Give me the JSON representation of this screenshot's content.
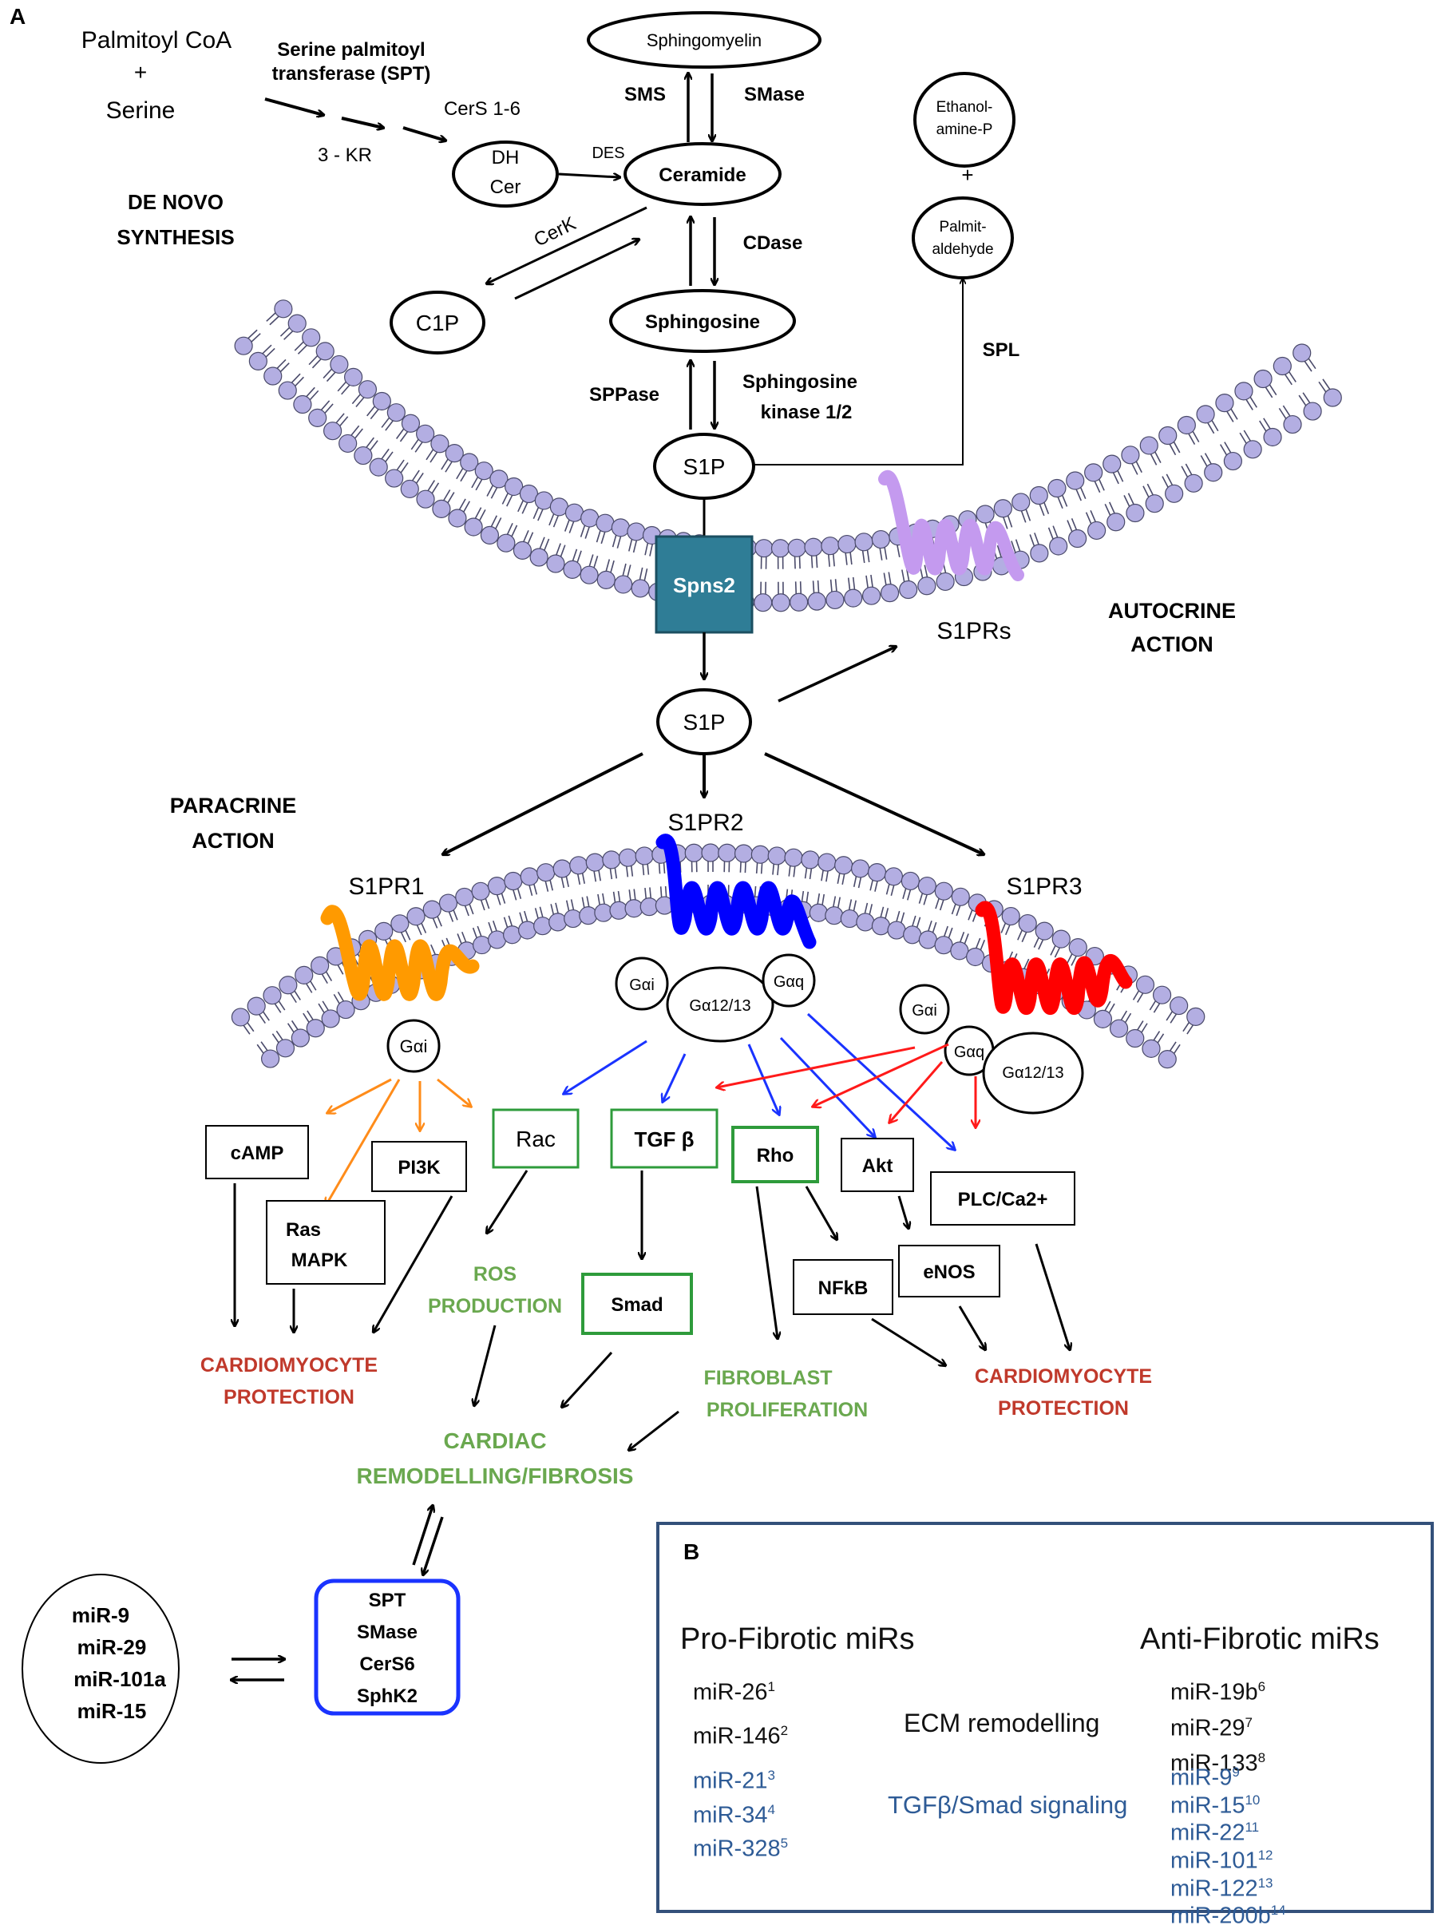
{
  "panel_a": {
    "panel_label": "A",
    "synthesis": {
      "substrate_1": "Palmitoyl CoA",
      "plus": "+",
      "substrate_2": "Serine",
      "enzyme_spt": [
        "Serine palmitoyl",
        "transferase (SPT)"
      ],
      "kr": "3 - KR",
      "cers": "CerS 1-6",
      "dhcer": [
        "DH",
        "Cer"
      ],
      "des": "DES",
      "de_novo": [
        "DE NOVO",
        "SYNTHESIS"
      ]
    },
    "metabolites": {
      "sphingomyelin": "Sphingomyelin",
      "ceramide": "Ceramide",
      "sphingosine": "Sphingosine",
      "c1p": "C1P",
      "s1p": "S1P",
      "ethanolamine": [
        "Ethanol-",
        "amine-P"
      ],
      "plus": "+",
      "palmitaldehyde": [
        "Palmit-",
        "aldehyde"
      ]
    },
    "enzymes": {
      "sms": "SMS",
      "smase": "SMase",
      "cdase": "CDase",
      "cerk": "CerK",
      "sppase": "SPPase",
      "sphk": [
        "Sphingosine",
        "kinase 1/2"
      ],
      "spl": "SPL"
    },
    "transport": {
      "spns2": "Spns2",
      "s1prs": "S1PRs",
      "autocrine": [
        "AUTOCRINE",
        "ACTION"
      ],
      "paracrine": [
        "PARACRINE",
        "ACTION"
      ],
      "s1p_out": "S1P"
    },
    "receptors": {
      "s1pr1": "S1PR1",
      "s1pr2": "S1PR2",
      "s1pr3": "S1PR3",
      "gai": "Gαi",
      "gaq": "Gαq",
      "ga1213": "Gα12/13"
    },
    "effectors": {
      "camp": "cAMP",
      "pi3k": "PI3K",
      "ras_mapk": [
        "Ras",
        "MAPK"
      ],
      "rac": "Rac",
      "tgfb": "TGF β",
      "rho": "Rho",
      "akt": "Akt",
      "plc": "PLC/Ca2+",
      "smad": "Smad",
      "nfkb": "NFkB",
      "enos": "eNOS"
    },
    "outcomes": {
      "cardio_protection_left": [
        "CARDIOMYOCYTE",
        "PROTECTION"
      ],
      "ros": [
        "ROS",
        "PRODUCTION"
      ],
      "fibroblast": [
        "FIBROBLAST",
        "PROLIFERATION"
      ],
      "cardio_protection_right": [
        "CARDIOMYOCYTE",
        "PROTECTION"
      ],
      "remodelling": [
        "CARDIAC",
        "REMODELLING/FIBROSIS"
      ]
    },
    "mirs_circle": [
      "miR-9",
      "miR-29",
      "miR-101a",
      "miR-15"
    ],
    "targets_box": [
      "SPT",
      "SMase",
      "CerS6",
      "SphK2"
    ]
  },
  "panel_b": {
    "panel_label": "B",
    "pro_title": "Pro-Fibrotic miRs",
    "anti_title": "Anti-Fibrotic miRs",
    "ecm": {
      "label": "ECM remodelling",
      "pro": [
        {
          "name": "miR-26",
          "ref": "1"
        },
        {
          "name": "miR-146",
          "ref": "2"
        }
      ],
      "anti": [
        {
          "name": "miR-19b",
          "ref": "6"
        },
        {
          "name": "miR-29",
          "ref": "7"
        },
        {
          "name": "miR-133",
          "ref": "8"
        }
      ]
    },
    "tgf": {
      "label": "TGFβ/Smad signaling",
      "pro": [
        {
          "name": "miR-21",
          "ref": "3"
        },
        {
          "name": "miR-34",
          "ref": "4"
        },
        {
          "name": "miR-328",
          "ref": "5"
        }
      ],
      "anti": [
        {
          "name": "miR-9",
          "ref": "9"
        },
        {
          "name": "miR-15",
          "ref": "10"
        },
        {
          "name": "miR-22",
          "ref": "11"
        },
        {
          "name": "miR-101",
          "ref": "12"
        },
        {
          "name": "miR-122",
          "ref": "13"
        },
        {
          "name": "miR-200b",
          "ref": "14"
        }
      ]
    }
  },
  "colors": {
    "membrane_head": "#b3aee2",
    "membrane_stroke": "#4a4a6a",
    "spns2": "#2f7d96",
    "s1prs": "#c49aef",
    "s1pr1": "#ff9a00",
    "s1pr2": "#0000ff",
    "s1pr3": "#ff0000",
    "green_box": "#2e9b3b",
    "green_text": "#6aa84f",
    "red_text": "#c0392b",
    "panel_b_border": "#33507a",
    "blue_text": "#2e5b96"
  }
}
